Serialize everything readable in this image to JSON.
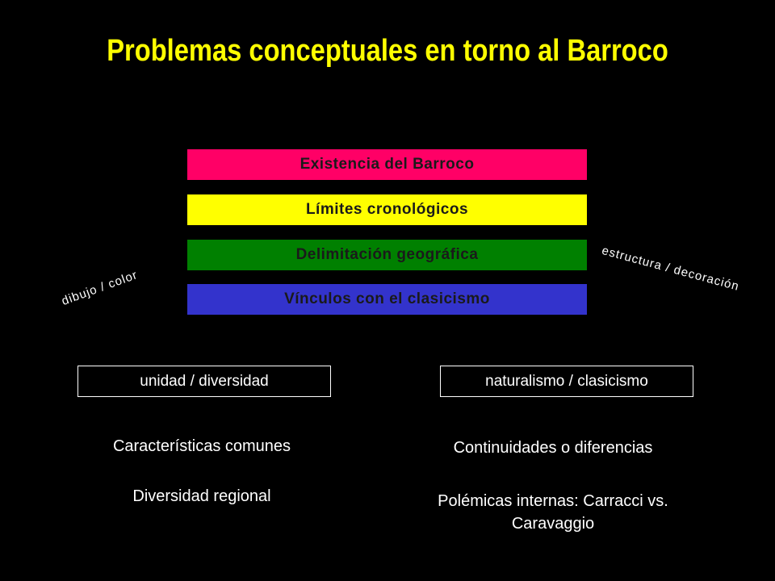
{
  "title": "Problemas conceptuales en torno al Barroco",
  "bars": [
    {
      "label": "Existencia del Barroco",
      "color": "#ff0066"
    },
    {
      "label": "Límites cronológicos",
      "color": "#ffff00"
    },
    {
      "label": "Delimitación geográfica",
      "color": "#008000"
    },
    {
      "label": "Vínculos con el clasicismo",
      "color": "#3333cc"
    }
  ],
  "rotated_labels": {
    "left": "dibujo / color",
    "right": "estructura / decoración"
  },
  "boxes": {
    "left": "unidad / diversidad",
    "right": "naturalismo / clasicismo"
  },
  "left_column": [
    "Características comunes",
    "Diversidad regional"
  ],
  "right_column": [
    "Continuidades o diferencias",
    "Polémicas internas: Carracci vs. Caravaggio"
  ],
  "colors": {
    "background": "#000000",
    "title": "#ffff00",
    "text": "#ffffff"
  }
}
